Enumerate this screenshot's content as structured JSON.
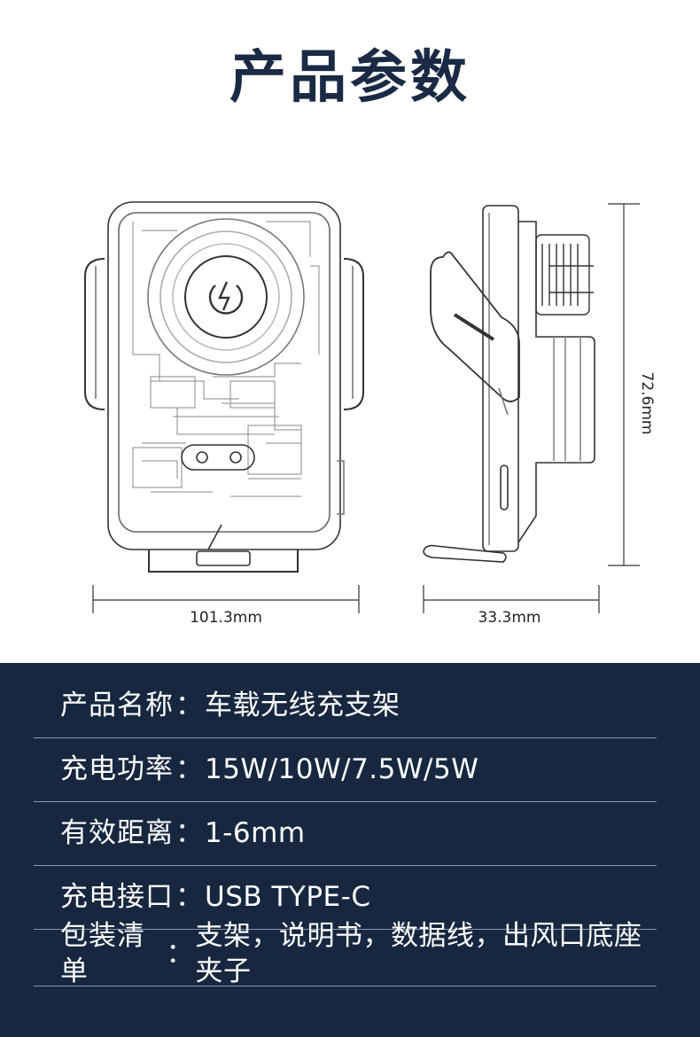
{
  "page": {
    "title": "产品参数"
  },
  "dimensions": {
    "width": "101.3mm",
    "depth": "33.3mm",
    "height": "72.6mm"
  },
  "specs": [
    {
      "label": "产品名称",
      "value": "车载无线充支架"
    },
    {
      "label": "充电功率",
      "value": "15W/10W/7.5W/5W"
    },
    {
      "label": "有效距离",
      "value": "1-6mm"
    },
    {
      "label": "充电接口",
      "value": "USB TYPE-C"
    },
    {
      "label": "包装清单",
      "value": "支架，说明书，数据线，出风口底座夹子"
    }
  ],
  "separator": "：",
  "colors": {
    "panel": "#172740",
    "title": "#1b2a44",
    "divider": "#8a97ab"
  }
}
